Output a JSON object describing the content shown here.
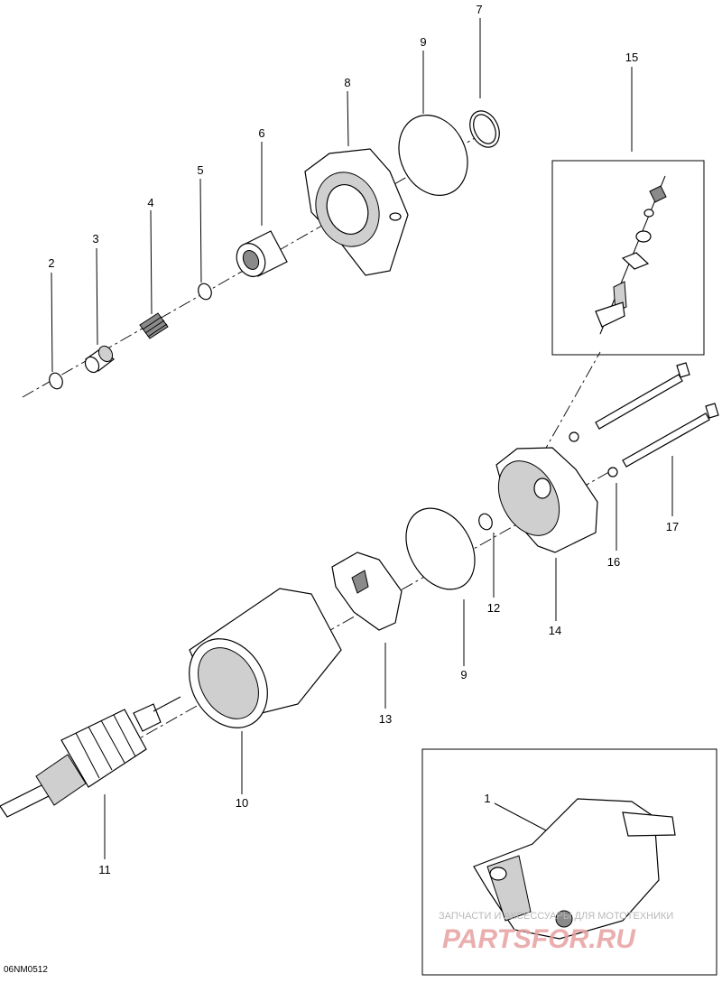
{
  "diagram": {
    "code": "06NM0512",
    "callouts": [
      {
        "id": "c1",
        "text": "1"
      },
      {
        "id": "c2",
        "text": "2"
      },
      {
        "id": "c3",
        "text": "3"
      },
      {
        "id": "c4",
        "text": "4"
      },
      {
        "id": "c5",
        "text": "5"
      },
      {
        "id": "c6",
        "text": "6"
      },
      {
        "id": "c7",
        "text": "7"
      },
      {
        "id": "c8",
        "text": "8"
      },
      {
        "id": "c9a",
        "text": "9"
      },
      {
        "id": "c9b",
        "text": "9"
      },
      {
        "id": "c10",
        "text": "10"
      },
      {
        "id": "c11",
        "text": "11"
      },
      {
        "id": "c12",
        "text": "12"
      },
      {
        "id": "c13",
        "text": "13"
      },
      {
        "id": "c14",
        "text": "14"
      },
      {
        "id": "c15",
        "text": "15"
      },
      {
        "id": "c16",
        "text": "16"
      },
      {
        "id": "c17",
        "text": "17"
      }
    ]
  },
  "watermark": {
    "line1": "ЗАПЧАСТИ И АКСЕССУАРЫ ДЛЯ МОТОТЕХНИКИ",
    "line2": "PARTSFOR.RU"
  }
}
